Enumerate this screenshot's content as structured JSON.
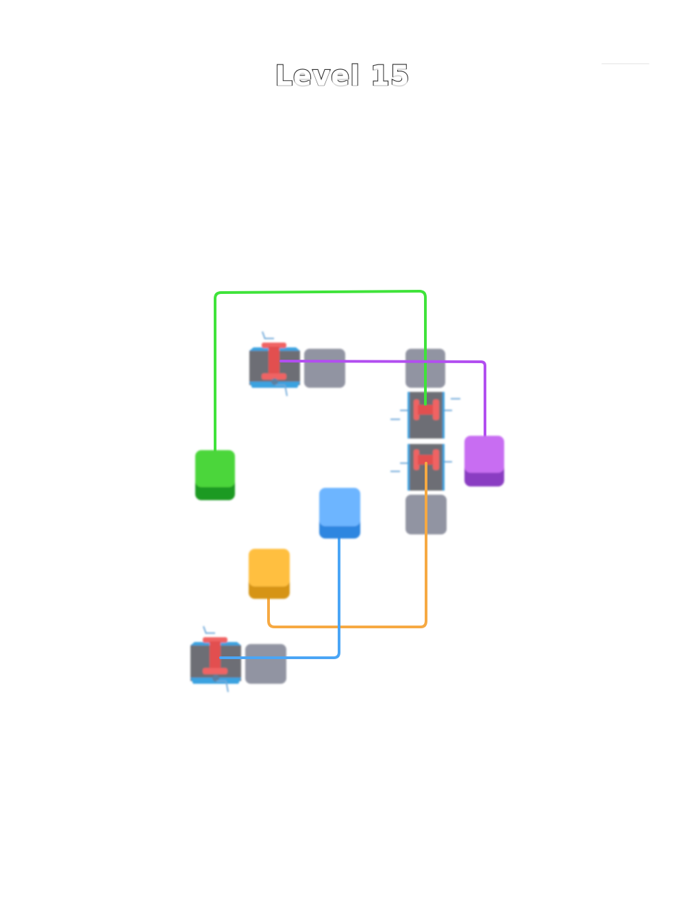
{
  "level_title": "Level 15",
  "colors": {
    "green": "#4cd63a",
    "green_dark": "#1f9a22",
    "purple": "#c86df2",
    "purple_dark": "#8a3ec2",
    "blue": "#6db5ff",
    "blue_dark": "#2f86e0",
    "orange": "#ffbf3f",
    "orange_dark": "#d69416",
    "slot_gray": "#8c8f9e",
    "spool_red": "#f06464",
    "wire_green": "#3fe33a",
    "wire_purple": "#b24ef0",
    "wire_blue": "#4aa5f5",
    "wire_orange": "#f6a942"
  },
  "pieces": {
    "plug_colors": [
      "green",
      "blue",
      "orange",
      "purple"
    ],
    "spool_count": 4,
    "empty_slot_count": 4
  }
}
